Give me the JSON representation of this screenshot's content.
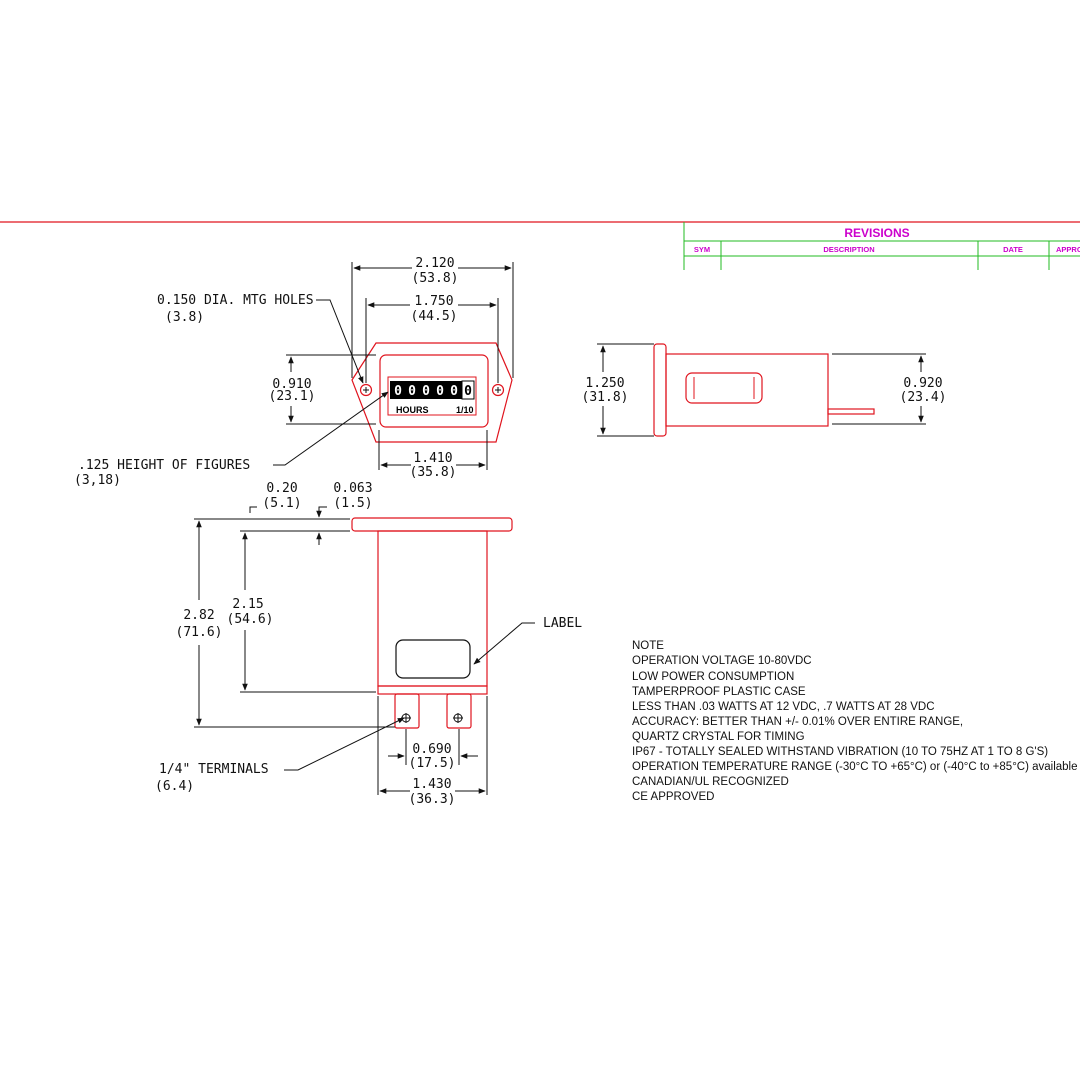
{
  "revisions": {
    "title": "REVISIONS",
    "columns": [
      "SYM",
      "DESCRIPTION",
      "DATE",
      "APPRO"
    ]
  },
  "front_view": {
    "overall_width": "2.120",
    "overall_width_mm": "(53.8)",
    "hole_spacing": "1.750",
    "hole_spacing_mm": "(44.5)",
    "mtg_holes_label": "0.150 DIA. MTG HOLES",
    "mtg_holes_mm": "(3.8)",
    "height": "0.910",
    "height_mm": "(23.1)",
    "body_width": "1.410",
    "body_width_mm": "(35.8)",
    "figures_label": ".125 HEIGHT OF FIGURES",
    "figures_mm": "(3,18)",
    "counter_digits": [
      "0",
      "0",
      "0",
      "0",
      "0"
    ],
    "counter_last_digit": "0",
    "counter_unit": "HOURS",
    "counter_scale": "1/10"
  },
  "side_view": {
    "height": "1.250",
    "height_mm": "(31.8)",
    "body_height": "0.920",
    "body_height_mm": "(23.4)"
  },
  "bottom_view": {
    "flange_offset": "0.20",
    "flange_offset_mm": "(5.1)",
    "flange_thickness": "0.063",
    "flange_thickness_mm": "(1.5)",
    "overall_length": "2.82",
    "overall_length_mm": "(71.6)",
    "body_length": "2.15",
    "body_length_mm": "(54.6)",
    "label_callout": "LABEL",
    "terminals_label": "1/4\" TERMINALS",
    "terminals_mm": "(6.4)",
    "terminal_spacing": "0.690",
    "terminal_spacing_mm": "(17.5)",
    "body_width": "1.430",
    "body_width_mm": "(36.3)"
  },
  "notes": [
    "NOTE",
    "OPERATION VOLTAGE   10-80VDC",
    "LOW POWER CONSUMPTION",
    "TAMPERPROOF PLASTIC CASE",
    "LESS THAN .03 WATTS AT 12 VDC, .7 WATTS AT 28 VDC",
    "ACCURACY: BETTER THAN +/- 0.01% OVER ENTIRE RANGE,",
    "QUARTZ CRYSTAL FOR TIMING",
    "IP67 - TOTALLY SEALED WITHSTAND VIBRATION (10 TO 75HZ AT 1 TO 8 G'S)",
    "OPERATION TEMPERATURE RANGE (-30°C TO +65°C) or (-40°C to +85°C) available",
    "CANADIAN/UL  RECOGNIZED",
    "CE APPROVED"
  ],
  "colors": {
    "outline": "#e0141e",
    "revisions_text": "#cc00cc",
    "revisions_grid": "#22bb22",
    "border_line": "#e0141e"
  }
}
